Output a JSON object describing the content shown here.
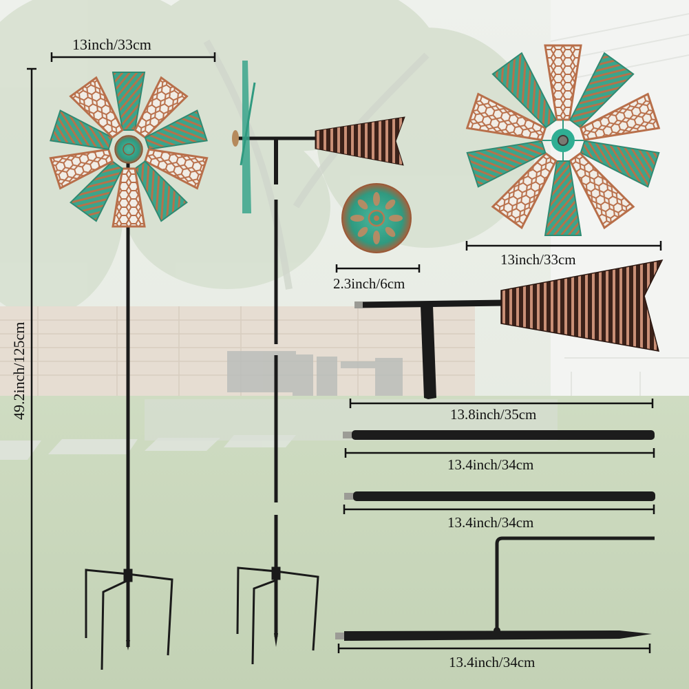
{
  "image": {
    "title": "Windmill garden stake with dimensions",
    "background_scene": "faded backyard with lawn, wooden fence, patio furniture and white house siding"
  },
  "colors": {
    "patina_green": "#3aa58c",
    "copper": "#b5724a",
    "pole_black": "#1a1a1a",
    "lawn": "#c9d6bc",
    "dimension_line": "#111111"
  },
  "assembled_views": [
    {
      "name": "front-view",
      "description": "windmill front with 10 alternating mesh/striped blades on pole with 4-prong stake"
    },
    {
      "name": "side-view",
      "description": "windmill side profile with tail vane on pole with 4-prong stake"
    }
  ],
  "dimensions": {
    "total_height": "49.2inch/125cm",
    "front_wheel_width": "13inch/33cm",
    "hub_disk_diameter": "2.3inch/6cm",
    "detached_wheel_width": "13inch/33cm",
    "tail_vane_length": "13.8inch/35cm",
    "pole_segment_1": "13.4inch/34cm",
    "pole_segment_2": "13.4inch/34cm",
    "ground_stake": "13.4inch/34cm"
  },
  "parts": [
    {
      "name": "windmill-wheel",
      "blades": 10,
      "blade_styles": [
        "hexagon-mesh",
        "diagonal-stripe"
      ]
    },
    {
      "name": "hub-disk",
      "pattern": "embossed flower"
    },
    {
      "name": "tail-vane",
      "pattern": "vertical copper stripes"
    },
    {
      "name": "pole-segment",
      "count": 2
    },
    {
      "name": "ground-stake",
      "feature": "bent step bar"
    }
  ]
}
